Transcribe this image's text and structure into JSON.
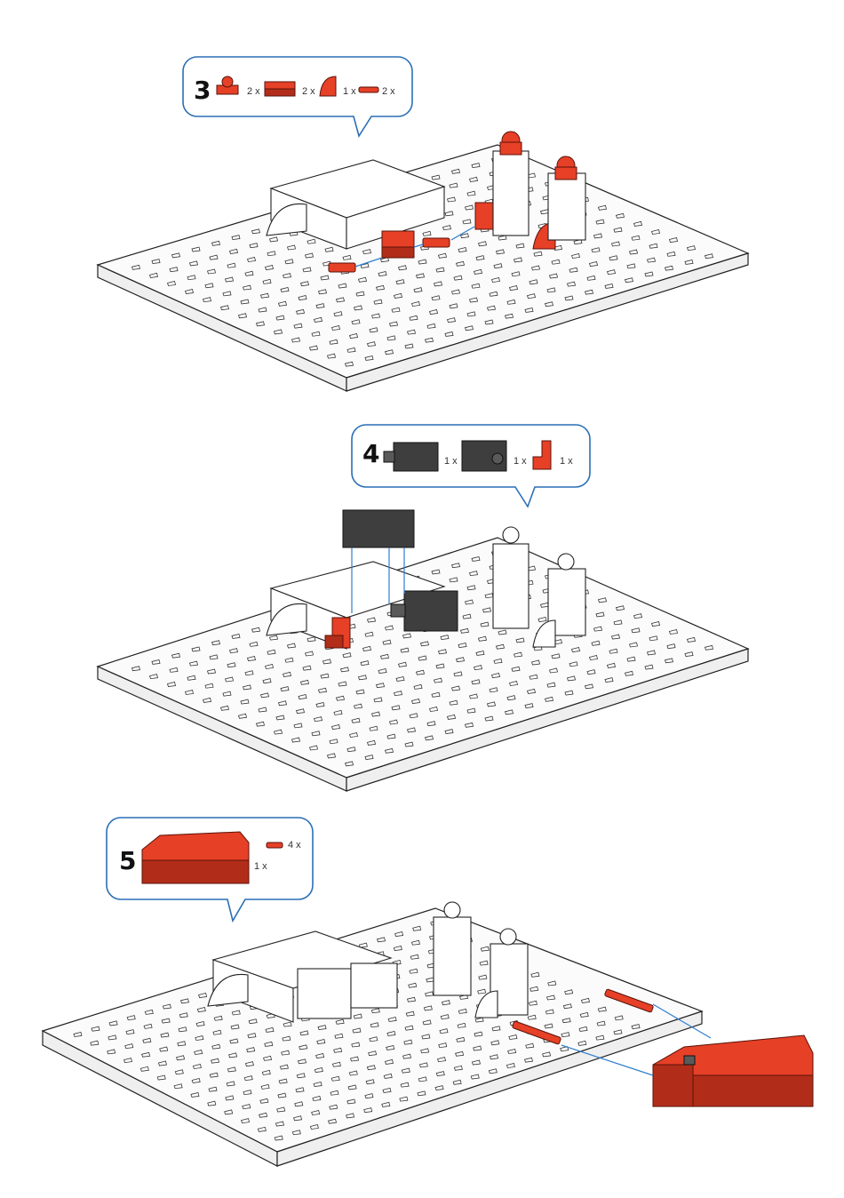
{
  "steps": [
    {
      "number": "3",
      "parts": [
        {
          "icon": "red-hinge-block-icon",
          "qty": "2 x"
        },
        {
          "icon": "red-double-block-icon",
          "qty": "2 x"
        },
        {
          "icon": "red-angle-block-icon",
          "qty": "1 x"
        },
        {
          "icon": "red-connector-pin-icon",
          "qty": "2 x"
        }
      ]
    },
    {
      "number": "4",
      "parts": [
        {
          "icon": "grey-motor-icon",
          "qty": "1 x"
        },
        {
          "icon": "grey-gearbox-icon",
          "qty": "1 x"
        },
        {
          "icon": "red-angle-bracket-icon",
          "qty": "1 x"
        }
      ]
    },
    {
      "number": "5",
      "parts": [
        {
          "icon": "red-battery-box-icon",
          "qty": "1 x"
        },
        {
          "icon": "red-connector-pin-icon",
          "qty": "4 x"
        }
      ]
    }
  ],
  "colors": {
    "accent_blue": "#2a6fb5",
    "part_red": "#e64027",
    "part_grey": "#3e3e3e"
  }
}
